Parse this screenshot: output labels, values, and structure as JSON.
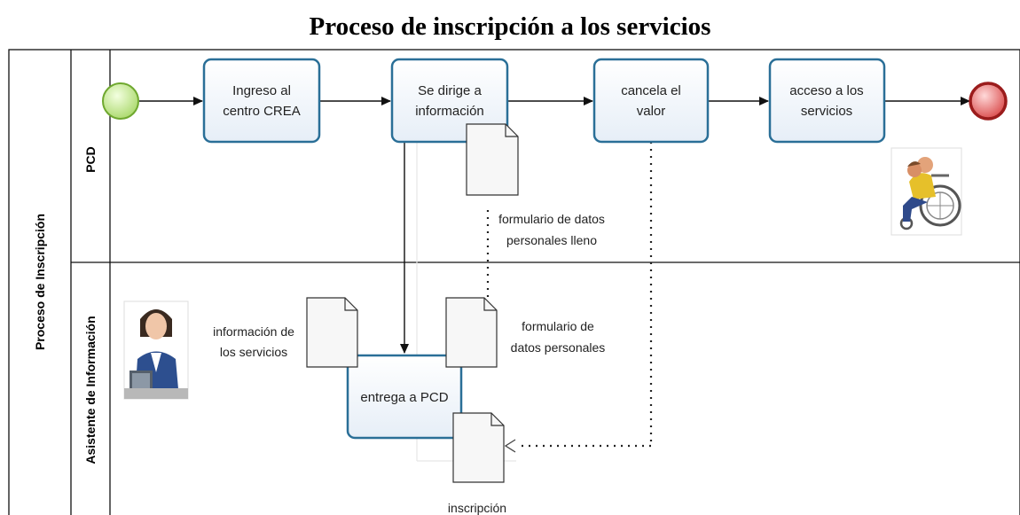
{
  "title": "Proceso de inscripción a los servicios",
  "pool": {
    "label": "Proceso de Inscripción"
  },
  "lanes": {
    "pcd": "PCD",
    "asistente": "Asistente de Información"
  },
  "tasks": {
    "ingreso": [
      "Ingreso al",
      "centro CREA"
    ],
    "dirige": [
      "Se dirige a",
      "información"
    ],
    "cancela": [
      "cancela el",
      "valor"
    ],
    "acceso": [
      "acceso  a los",
      "servicios"
    ],
    "entrega": [
      "entrega a  PCD"
    ]
  },
  "documents": {
    "formulario_lleno": [
      "formulario de datos",
      "personales lleno"
    ],
    "info_servicios": [
      "información de",
      "los servicios"
    ],
    "formulario": [
      "formulario de",
      "datos personales"
    ],
    "inscripcion": [
      "inscripción"
    ]
  },
  "icons": {
    "start": "start-event-icon",
    "end": "end-event-icon",
    "wheelchair": "wheelchair-person-icon",
    "assistant": "receptionist-icon"
  },
  "colors": {
    "task_border": "#2a6f97",
    "task_fill": "#f4f8fc",
    "start_fill": "#b9e27a",
    "start_border": "#6fa82f",
    "end_fill": "#e05a5a",
    "end_border": "#9b1c1c"
  }
}
